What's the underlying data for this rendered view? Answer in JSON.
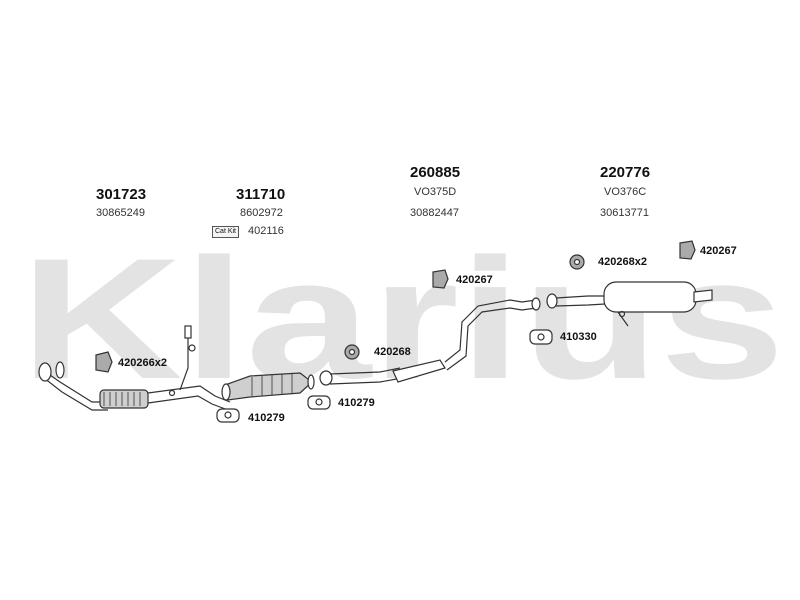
{
  "watermark": {
    "text": "Klarius",
    "color": "#e3e3e3"
  },
  "groups": [
    {
      "id": "g1",
      "part": "301723",
      "ref": "30865249"
    },
    {
      "id": "g2",
      "part": "311710",
      "ref": "8602972",
      "kit_label": "Cat Kit",
      "kit_ref": "402116"
    },
    {
      "id": "g3",
      "part": "260885",
      "code": "VO375D",
      "ref": "30882447"
    },
    {
      "id": "g4",
      "part": "220776",
      "code": "VO376C",
      "ref": "30613771"
    }
  ],
  "callouts": {
    "c420266": "420266x2",
    "c410279a": "410279",
    "c410279b": "410279",
    "c420268": "420268",
    "c420267a": "420267",
    "c410330": "410330",
    "c420268b": "420268x2",
    "c420267b": "420267"
  },
  "colors": {
    "line": "#333333",
    "fill": "#ffffff",
    "shade": "#cfcfcf"
  }
}
